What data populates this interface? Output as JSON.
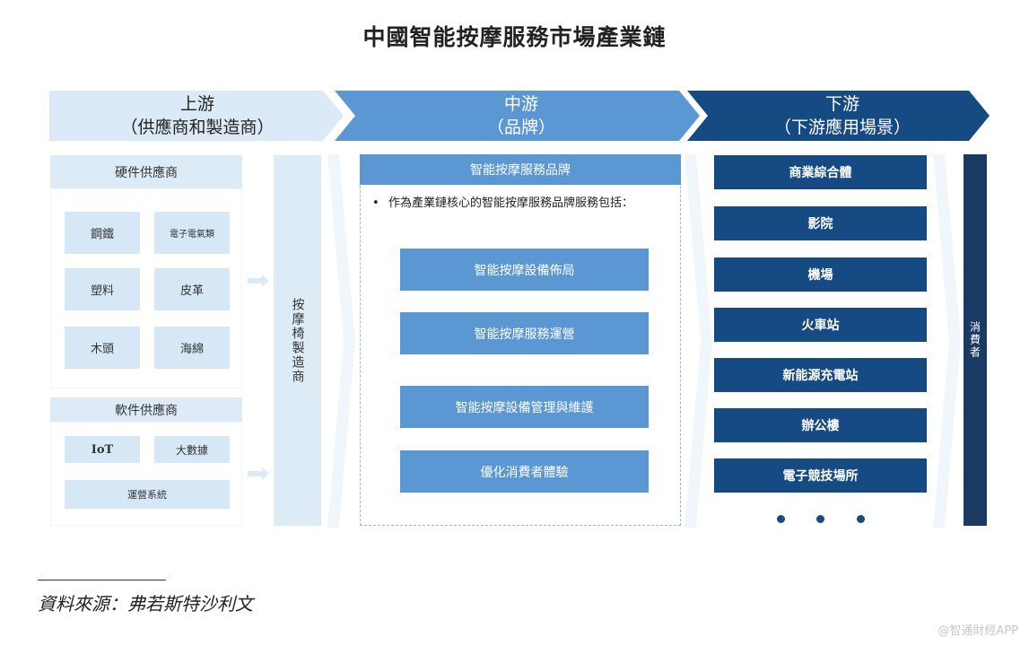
{
  "title": "中國智能按摩服務市場產業鏈",
  "stages": {
    "upstream": {
      "line1": "上游",
      "line2": "（供應商和製造商）"
    },
    "midstream": {
      "line1": "中游",
      "line2": "（品牌）"
    },
    "downstream": {
      "line1": "下游",
      "line2": "（下游應用場景）"
    }
  },
  "hardware": {
    "header": "硬件供應商",
    "items": [
      "鋼鐵",
      "電子電氣類",
      "塑料",
      "皮革",
      "木頭",
      "海綿"
    ]
  },
  "software": {
    "header": "軟件供應商",
    "items": [
      "IoT",
      "大數據",
      "運營系統"
    ]
  },
  "manufacturer": "按摩椅製造商",
  "brand": {
    "header": "智能按摩服務品牌",
    "bullet": "作為產業鏈核心的智能按摩服務品牌服務包括：",
    "items": [
      "智能按摩設備佈局",
      "智能按摩服務運營",
      "智能按摩設備管理與維護",
      "優化消費者體驗"
    ]
  },
  "scenarios": [
    "商業綜合體",
    "影院",
    "機場",
    "火車站",
    "新能源充電站",
    "辦公樓",
    "電子競技場所"
  ],
  "consumer": "消費者",
  "source": "資料來源：弗若斯特沙利文",
  "watermark": "@智通財經APP",
  "colors": {
    "upstream": "#dbeaf6",
    "midstream": "#5b97d3",
    "downstream": "#164a82",
    "consumer": "#1a3a63"
  }
}
